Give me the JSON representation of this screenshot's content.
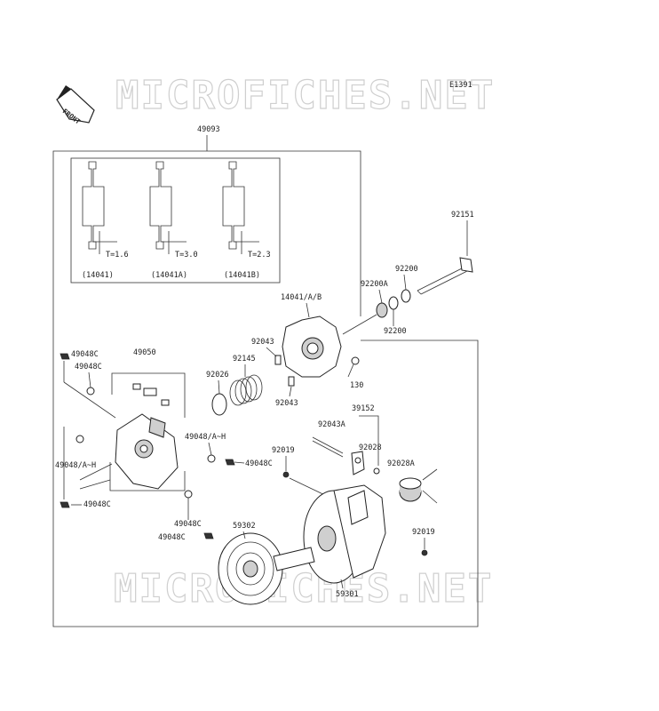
{
  "diagram": {
    "code": "E1391",
    "watermark": "MICROFICHES.NET",
    "front_label": "FRONT",
    "assembly_label": "49093",
    "tolerances": [
      "T=1.6",
      "T=3.0",
      "T=2.3"
    ],
    "shim_labels": [
      "(14041)",
      "(14041A)",
      "(14041B)"
    ],
    "parts": {
      "p92151": "92151",
      "p92200a": "92200",
      "p92200A": "92200A",
      "p92200b": "92200",
      "p14041AB": "14041/A/B",
      "p92043a": "92043",
      "p92145": "92145",
      "p92026": "92026",
      "p92043b": "92043",
      "p130": "130",
      "p49050": "49050",
      "p49048C_1": "49048C",
      "p49048C_2": "49048C",
      "p49048AH_1": "49048/A~H",
      "p49048C_3": "49048C",
      "p49048AH_2": "49048/A~H",
      "p49048C_4": "49048C",
      "p49048C_5": "49048C",
      "p49048C_6": "49048C",
      "p39152": "39152",
      "p92043A": "92043A",
      "p92028": "92028",
      "p92019a": "92019",
      "p92028A": "92028A",
      "p92019b": "92019",
      "p59302": "59302",
      "p59301": "59301"
    }
  }
}
